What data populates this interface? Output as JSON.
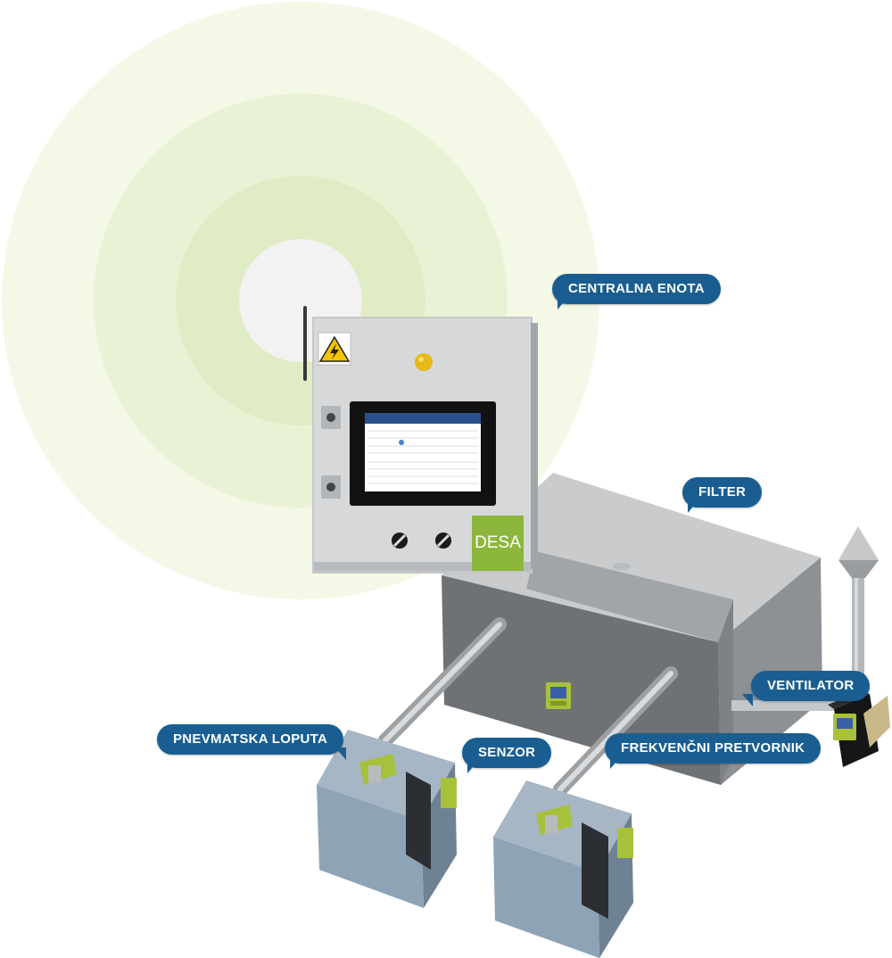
{
  "labels": {
    "central_unit": "CENTRALNA ENOTA",
    "filter": "FILTER",
    "fan": "VENTILATOR",
    "pneumatic_valve": "PNEVMATSKA LOPUTA",
    "sensor": "SENZOR",
    "frequency_converter": "FREKVENČNI PRETVORNIK"
  },
  "brand": "DESA",
  "colors": {
    "callout": "#1a5e91",
    "brand_green": "#8cb63c",
    "halo": "#f3f7e4"
  },
  "icons": {
    "warning": "high-voltage-warning-icon",
    "antenna": "antenna-icon",
    "pilot_light": "pilot-light-icon"
  }
}
